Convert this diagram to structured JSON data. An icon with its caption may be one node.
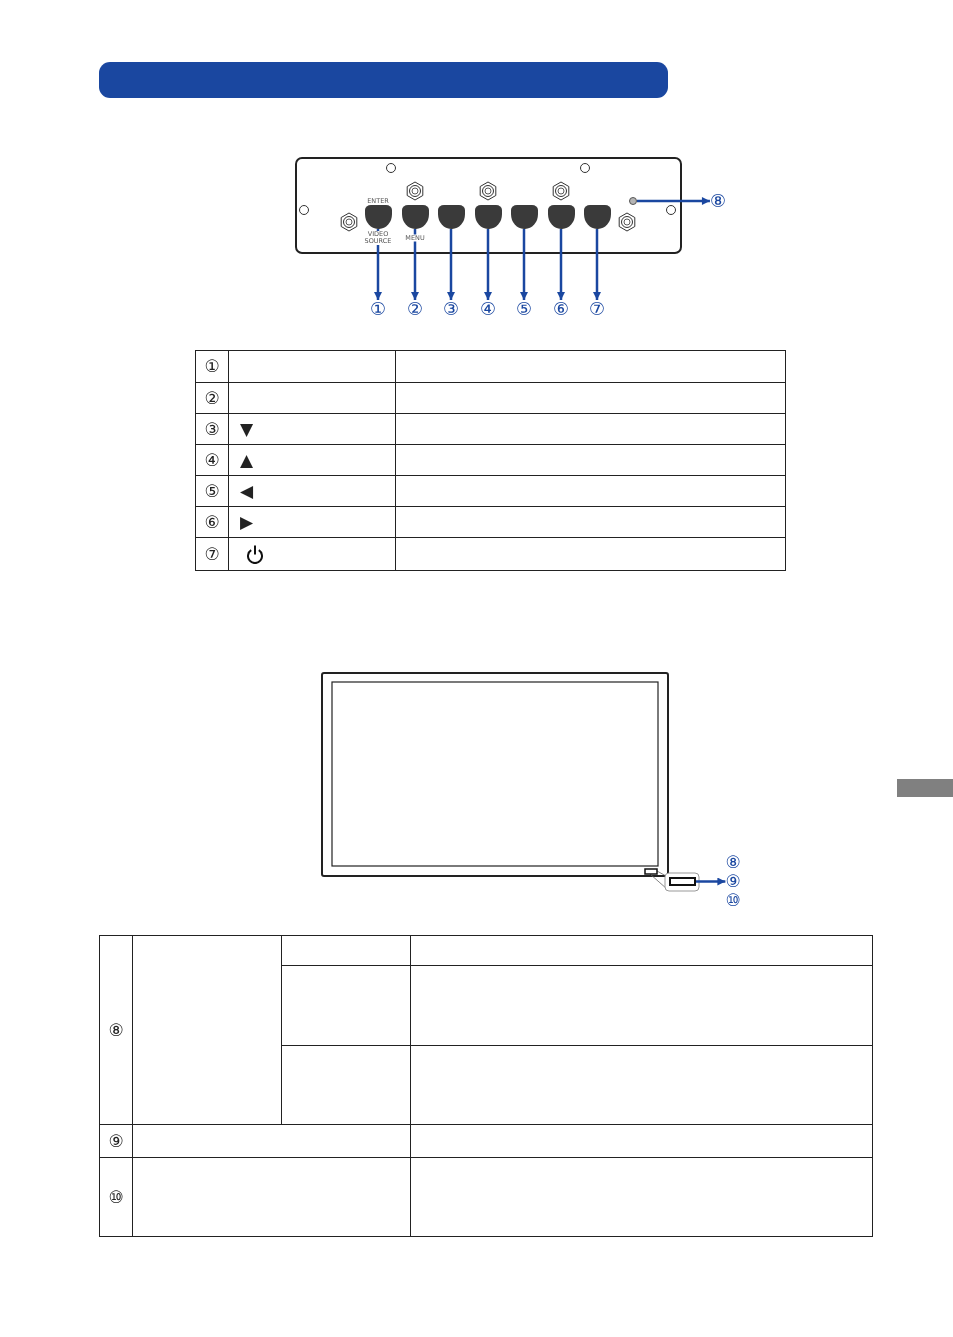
{
  "diagram": {
    "nodes": [
      {
        "text": [],
        "shape": "bar"
      },
      {
        "text": [],
        "shape": "box",
        "beside": [
          "ENTER",
          "VIDEO SOURCE"
        ]
      },
      {
        "text": [],
        "shape": "box",
        "beside": [
          "MENU"
        ]
      },
      {
        "text": [],
        "shape": "box"
      },
      {
        "text": [],
        "shape": "box"
      },
      {
        "text": [],
        "shape": "box"
      },
      {
        "text": [],
        "shape": "box"
      },
      {
        "text": [],
        "shape": "box"
      },
      {
        "text": [],
        "shape": "circle"
      },
      {
        "text": [
          "⑧"
        ]
      },
      {
        "text": [
          "①"
        ]
      },
      {
        "text": [
          "②"
        ]
      },
      {
        "text": [
          "③"
        ]
      },
      {
        "text": [
          "④"
        ]
      },
      {
        "text": [
          "⑤"
        ]
      },
      {
        "text": [
          "⑥"
        ]
      },
      {
        "text": [
          "⑦"
        ]
      },
      {
        "text": [],
        "shape": "bar"
      },
      {
        "text": [],
        "shape": "box"
      },
      {
        "text": [
          "⑨"
        ]
      }
    ],
    "edges": [
      {
        "from": 1,
        "to": 10,
        "arrow": "to"
      },
      {
        "from": 2,
        "to": 11,
        "arrow": "to"
      },
      {
        "from": 3,
        "to": 12,
        "arrow": "to"
      },
      {
        "from": 4,
        "to": 13,
        "arrow": "to"
      },
      {
        "from": 5,
        "to": 14,
        "arrow": "to"
      },
      {
        "from": 6,
        "to": 15,
        "arrow": "to"
      },
      {
        "from": 7,
        "to": 16,
        "arrow": "to"
      },
      {
        "from": 8,
        "to": 9,
        "arrow": "to"
      },
      {
        "from": 18,
        "to": 19,
        "arrow": "to"
      }
    ],
    "labels": [
      "①",
      "②",
      "③",
      "▼",
      "④",
      "▲",
      "⑤",
      "◀",
      "⑥",
      "▶",
      "⑦",
      "⑧",
      "⑩",
      "⑧",
      "⑨",
      "⑩"
    ]
  }
}
